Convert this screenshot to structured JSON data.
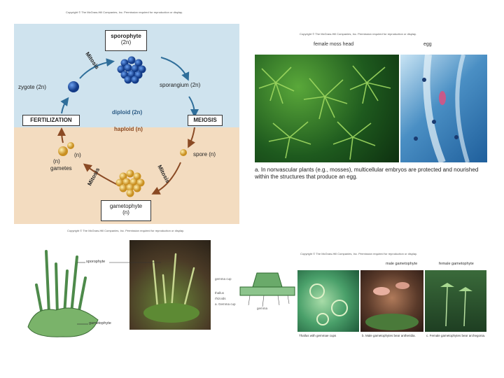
{
  "panel_tl": {
    "copyright": "Copyright © The McGraw-Hill Companies, Inc. Permission required for reproduction or display.",
    "sporophyte": "sporophyte",
    "sporophyte_ploidy": "(2n)",
    "mitosis_top": "Mitosis",
    "zygote": "zygote (2n)",
    "sporangium": "sporangium (2n)",
    "diploid": "diploid (2n)",
    "haploid": "haploid (n)",
    "fertilization": "FERTILIZATION",
    "meiosis": "MEIOSIS",
    "n_label": "(n)",
    "gametes_n": "(n)",
    "gametes": "gametes",
    "spore": "spore (n)",
    "mitosis_left": "Mitosis",
    "mitosis_right": "Mitosis",
    "gametophyte": "gametophyte",
    "gametophyte_ploidy": "(n)"
  },
  "panel_tr": {
    "copyright": "Copyright © The McGraw-Hill Companies, Inc. Permission required for reproduction or display.",
    "female_moss_head": "female moss head",
    "egg": "egg",
    "caption": "a. In nonvascular plants (e.g., mosses), multicellular embryos are protected and nourished within the structures that produce an egg."
  },
  "panel_bl": {
    "copyright": "Copyright © The McGraw-Hill Companies, Inc. Permission required for reproduction or display.",
    "sporophyte": "sporophyte",
    "gametophyte": "gametophyte"
  },
  "panel_br": {
    "copyright": "Copyright © The McGraw-Hill Companies, Inc. Permission required for reproduction or display.",
    "male_gametophyte": "male gametophyte",
    "female_gametophyte": "female gametophyte",
    "gemma_cup": "gemma cup",
    "thallus": "thallus",
    "rhizoids": "rhizoids",
    "gemma_caption": "a. Gemma cup",
    "gemma": "gemma",
    "caption_thallus": "Thallus with gemmae cups",
    "caption_male": "b. Male gametophytes bear antheridia.",
    "caption_female": "c. Female gametophytes bear archegonia."
  },
  "colors": {
    "diploid_bg": "#cfe3ee",
    "haploid_bg": "#f3dcc0",
    "sporophyte_blue": "#1e4fa8",
    "gametophyte_yellow": "#e8b84a",
    "arrow_blue": "#2f6e9a",
    "arrow_brown": "#8a4a24"
  }
}
